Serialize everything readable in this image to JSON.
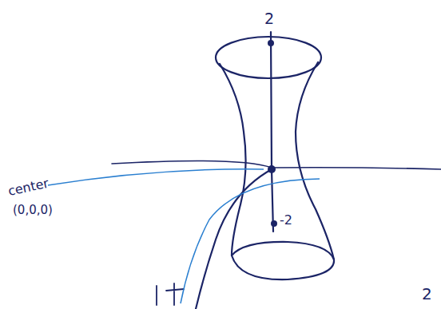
{
  "diagram": {
    "labels": [
      "2",
      "-2",
      "center",
      "(0,0,0)",
      "2"
    ]
  }
}
